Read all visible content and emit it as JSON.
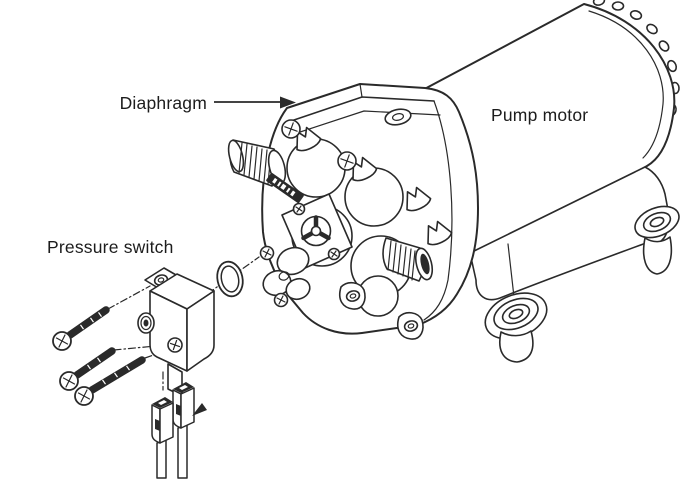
{
  "diagram": {
    "subject": "Diaphragm pump exploded-view illustration",
    "background": "#ffffff",
    "line_color": "#2a2a2a",
    "text_color": "#1c1c1c",
    "labels": {
      "diaphragm": "Diaphragm",
      "pump_motor": "Pump motor",
      "pressure_switch": "Pressure switch"
    }
  }
}
